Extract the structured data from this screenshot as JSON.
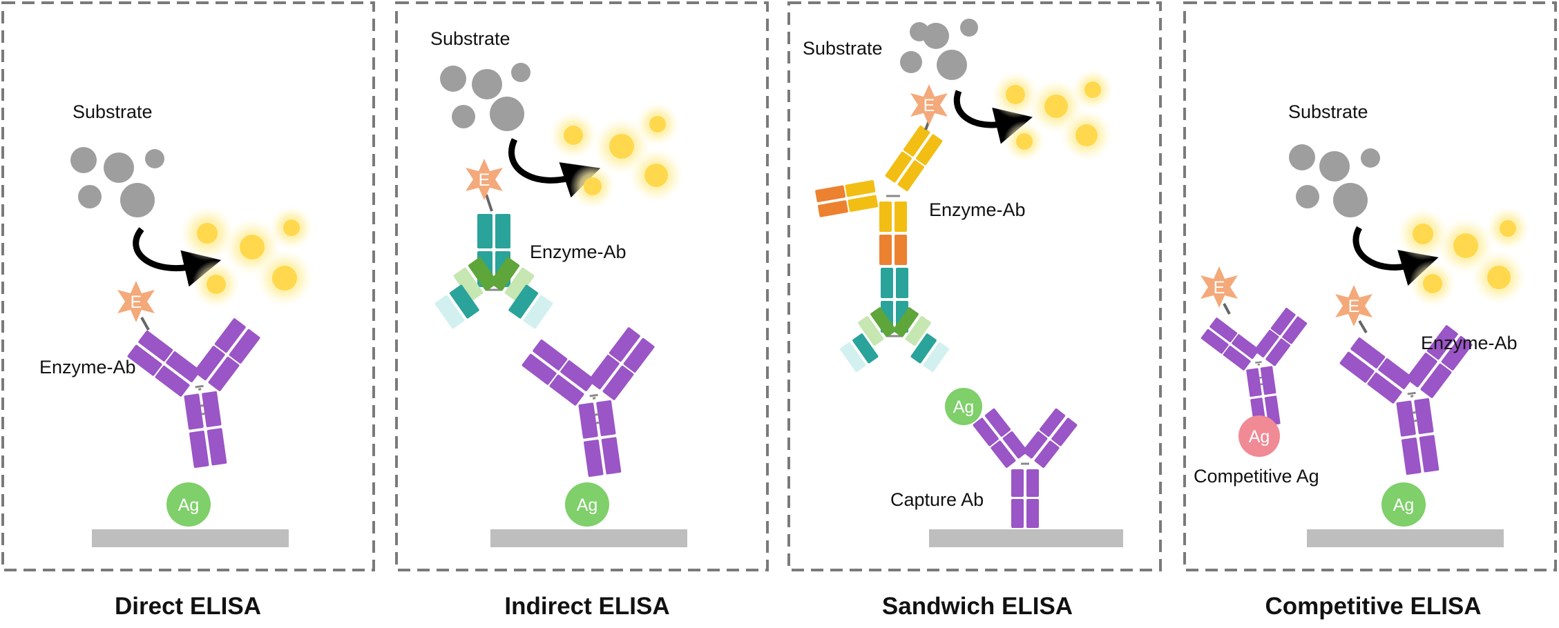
{
  "panels": [
    {
      "id": "direct",
      "caption": "Direct ELISA",
      "substrate_label": "Substrate",
      "enzyme_ab_label": "Enzyme-Ab",
      "enzyme_letter": "E",
      "antigen_letter": "Ag"
    },
    {
      "id": "indirect",
      "caption": "Indirect ELISA",
      "substrate_label": "Substrate",
      "enzyme_ab_label": "Enzyme-Ab",
      "enzyme_letter": "E",
      "antigen_letter": "Ag"
    },
    {
      "id": "sandwich",
      "caption": "Sandwich ELISA",
      "substrate_label": "Substrate",
      "enzyme_ab_label": "Enzyme-Ab",
      "capture_ab_label": "Capture Ab",
      "enzyme_letter": "E",
      "antigen_letter": "Ag"
    },
    {
      "id": "competitive",
      "caption": "Competitive ELISA",
      "substrate_label": "Substrate",
      "enzyme_ab_label": "Enzyme-Ab",
      "competitive_ag_label": "Competitive Ag",
      "enzyme_letter": "E",
      "enzyme_letter_2": "E",
      "antigen_letter": "Ag",
      "competitive_ag_letter": "Ag"
    }
  ],
  "colors": {
    "purple": "#9a55c6",
    "teal": "#2aa39a",
    "green": "#5ea53a",
    "light_green": "#c6e6b2",
    "light_teal": "#d2f0f0",
    "yellow": "#f2be14",
    "orange": "#ec8130",
    "enzyme": "#f4a97a",
    "antigen": "#7fcf6a",
    "competitive_antigen": "#f08a94",
    "substrate": "#9e9e9e",
    "glow": "#ffd84d",
    "plate": "#bebebe",
    "border": "#7a7a7a"
  }
}
